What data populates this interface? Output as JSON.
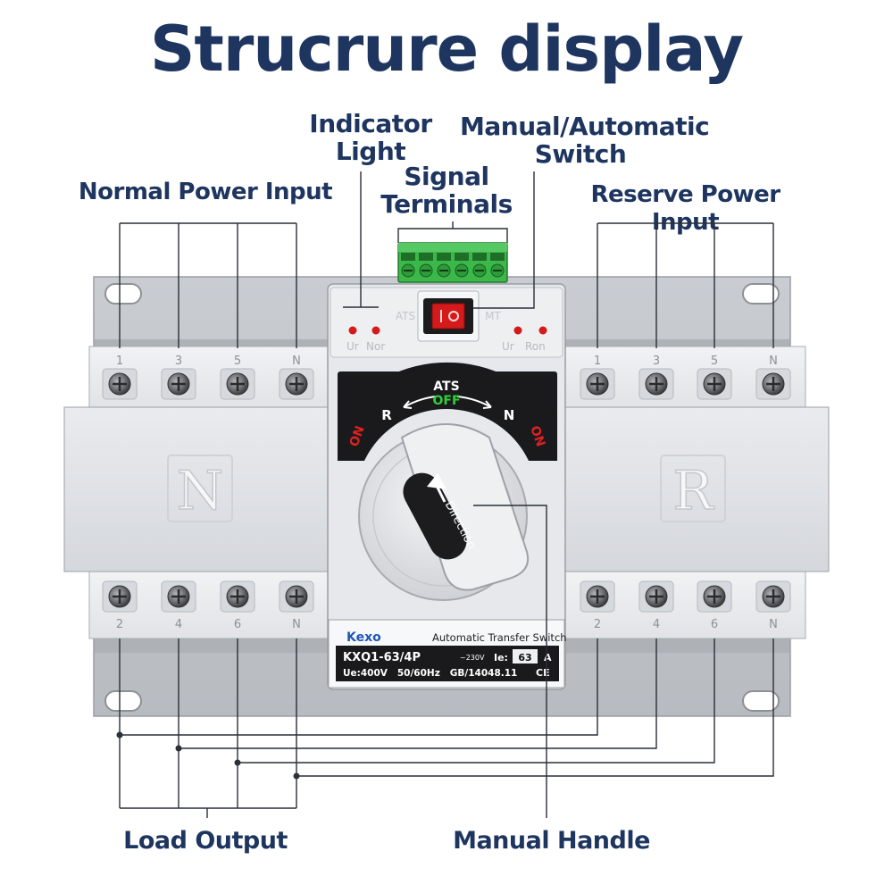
{
  "title": "Strucrure display",
  "labels": {
    "indicator_light_1": "Indicator",
    "indicator_light_2": "Light",
    "manual_auto_1": "Manual/Automatic",
    "manual_auto_2": "Switch",
    "signal_1": "Signal",
    "signal_2": "Terminals",
    "normal_input": "Normal Power Input",
    "reserve_input": "Reserve Power Input",
    "load_output": "Load Output",
    "manual_handle": "Manual Handle"
  },
  "device": {
    "left_module_letter": "N",
    "right_module_letter": "R",
    "top_terminals": [
      "1",
      "3",
      "5",
      "N"
    ],
    "bottom_terminals": [
      "2",
      "4",
      "6",
      "N"
    ],
    "indicator_left": [
      "Ur",
      "Nor"
    ],
    "indicator_right": [
      "Ur",
      "Ron"
    ],
    "switch_left": "ATS",
    "switch_right": "MT",
    "dial_top": "ATS",
    "dial_off": "OFF",
    "dial_r": "R",
    "dial_n": "N",
    "dial_on": "ON",
    "handle_text": "Direction",
    "nameplate": {
      "brand": "Kexo",
      "product": "Automatic Transfer Switch",
      "model": "KXQ1-63/4P",
      "voltage_badge": "~230V",
      "ie_label": "Ie:",
      "ie_value": "63",
      "ie_unit": "A",
      "specs": "Ue:400V   50/60Hz   GB/14048.11",
      "mark": "CE"
    }
  },
  "colors": {
    "label_text": "#1e3560",
    "connector_green": "#3cb84a",
    "indicator_red": "#d41a1a",
    "dial_off_green": "#2fcf3a"
  }
}
